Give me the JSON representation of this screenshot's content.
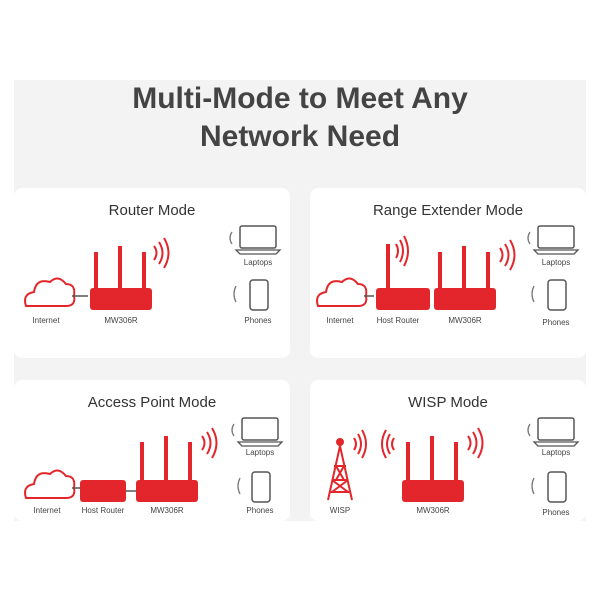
{
  "title_line1": "Multi-Mode to Meet Any",
  "title_line2": "Network Need",
  "colors": {
    "accent": "#e3262b",
    "text": "#444444",
    "device_gray": "#555555"
  },
  "cards": {
    "router": {
      "title": "Router Mode",
      "internet": "Internet",
      "device": "MW306R",
      "laptops": "Laptops",
      "phones": "Phones"
    },
    "extender": {
      "title": "Range Extender Mode",
      "internet": "Internet",
      "host": "Host Router",
      "device": "MW306R",
      "laptops": "Laptops",
      "phones": "Phones"
    },
    "ap": {
      "title": "Access Point Mode",
      "internet": "Internet",
      "host": "Host Router",
      "device": "MW306R",
      "laptops": "Laptops",
      "phones": "Phones"
    },
    "wisp": {
      "title": "WISP Mode",
      "wisp": "WISP",
      "device": "MW306R",
      "laptops": "Laptops",
      "phones": "Phones"
    }
  }
}
